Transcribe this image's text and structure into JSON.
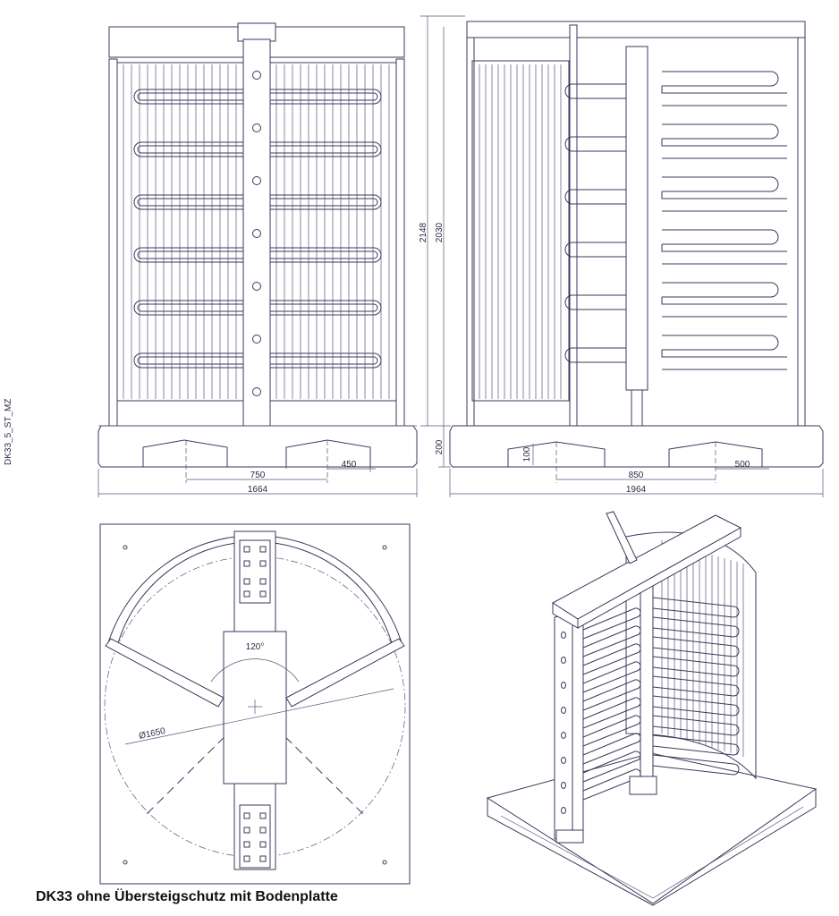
{
  "drawing_id": "DK33_5_ST_MZ",
  "caption": "DK33 ohne Übersteigschutz mit Bodenplatte",
  "front_view": {
    "overall_width": "1664",
    "foot_spacing": "750",
    "foot_width": "450"
  },
  "side_view": {
    "overall_width": "1964",
    "foot_spacing": "850",
    "foot_width": "500",
    "total_height": "2148",
    "frame_height": "2030",
    "base_height": "200",
    "cutout_height": "100"
  },
  "top_view": {
    "angle": "120°",
    "diameter": "Ø1650"
  },
  "colors": {
    "line": "#3a3a5c",
    "background": "#ffffff"
  }
}
